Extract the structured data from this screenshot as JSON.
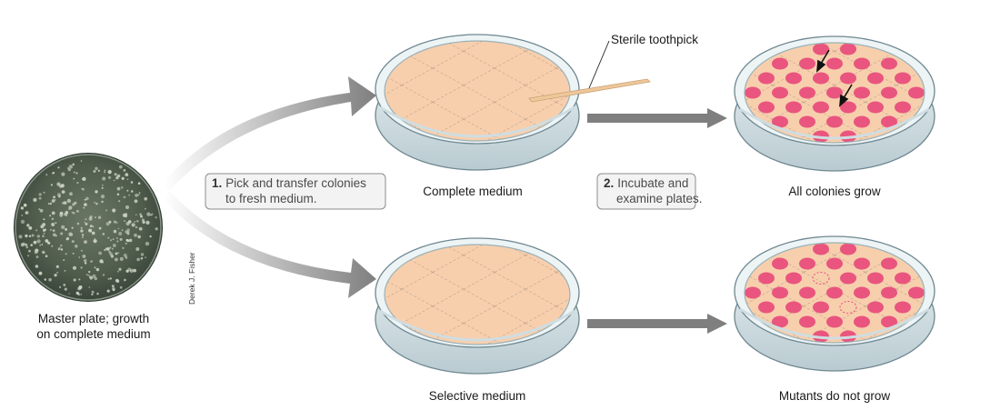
{
  "labels": {
    "master_plate_line1": "Master plate; growth",
    "master_plate_line2": "on complete medium",
    "photo_credit": "Derek J. Fisher",
    "toothpick": "Sterile toothpick",
    "complete_medium": "Complete medium",
    "selective_medium": "Selective medium",
    "all_colonies_grow": "All colonies grow",
    "mutants_do_not_grow": "Mutants do not grow"
  },
  "steps": [
    {
      "number": "1.",
      "line1": "Pick and transfer colonies",
      "line2": "to fresh medium."
    },
    {
      "number": "2.",
      "line1": "Incubate and",
      "line2": "examine plates."
    }
  ],
  "colors": {
    "medium": "#f7cfad",
    "colony": "#e9557e",
    "arrow": "#7f7f7f",
    "callout_border": "#8c8c8c",
    "callout_fill": "#f3f3f3",
    "master_agar": "#4f5c4c"
  }
}
